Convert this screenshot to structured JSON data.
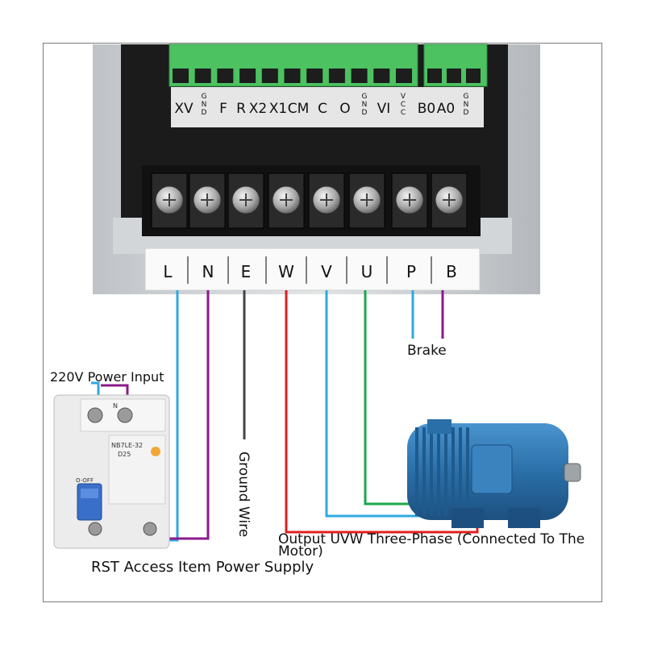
{
  "control_terminals": [
    "XV",
    "GND",
    "F",
    "R",
    "X2",
    "X1",
    "CM",
    "C",
    "O",
    "GND",
    "VI",
    "VCC",
    "B0",
    "A0",
    "GND"
  ],
  "power_terminals": [
    "L",
    "N",
    "E",
    "W",
    "V",
    "U",
    "P",
    "B"
  ],
  "labels": {
    "power_input": "220V Power Input",
    "brake": "Brake",
    "ground_wire": "Ground Wire",
    "output_uvw": "Output UVW Three-Phase (Connected To The Motor)",
    "rst_supply": "RST Access Item Power Supply"
  },
  "breaker_text": {
    "model": "NB7LE-32",
    "rating": "D25",
    "off_label": "O-OFF",
    "n_label": "N"
  },
  "colors": {
    "blue_wire": "#2fa8e0",
    "purple_wire": "#8b1a8b",
    "red_wire": "#e02020",
    "green_wire": "#1aa84a",
    "ground_wire": "#444444",
    "terminal_green": "#4cc261",
    "motor_blue": "#2a6fa8"
  }
}
